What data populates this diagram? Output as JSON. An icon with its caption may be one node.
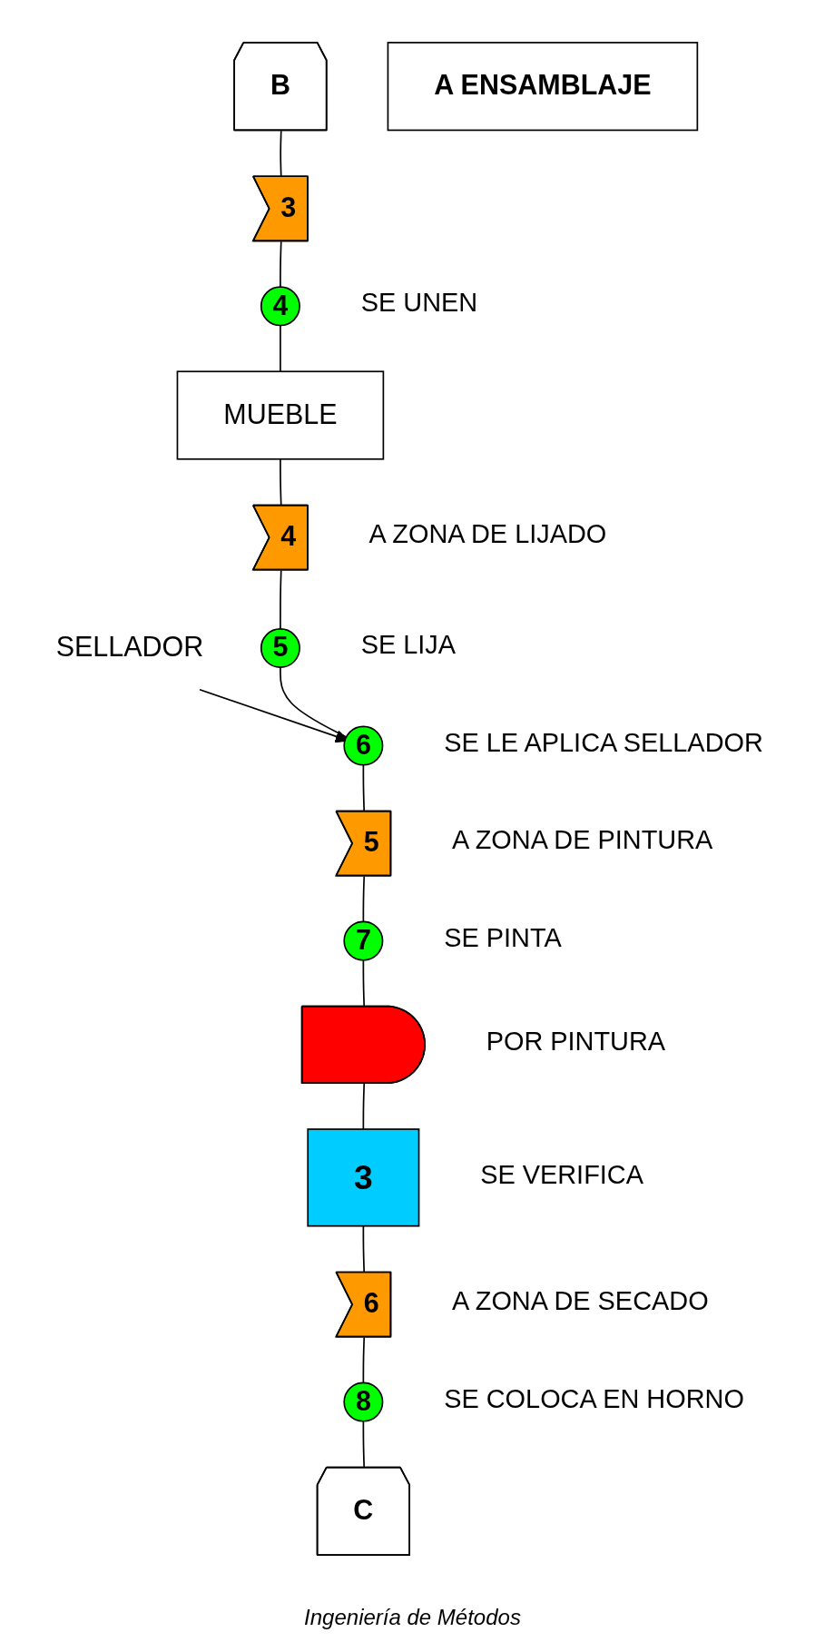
{
  "diagram": {
    "caption": "Ingeniería de Métodos",
    "nodes": [
      {
        "text": [
          "B"
        ]
      },
      {
        "text": [
          "3"
        ]
      },
      {
        "text": [
          "A ENSAMBLAJE"
        ]
      },
      {
        "text": [
          "4"
        ],
        "beside": [
          "SE UNEN"
        ]
      },
      {
        "text": [
          "MUEBLE"
        ]
      },
      {
        "text": [
          "4"
        ],
        "beside": [
          "A ZONA DE LIJADO"
        ]
      },
      {
        "text": [
          "5"
        ],
        "beside": [
          "SE LIJA"
        ]
      },
      {
        "text": [
          "SELLADOR"
        ]
      },
      {
        "text": [
          "6"
        ],
        "beside": [
          "SE LE APLICA SELLADOR"
        ]
      },
      {
        "text": [
          "5"
        ],
        "beside": [
          "A ZONA DE PINTURA"
        ]
      },
      {
        "text": [
          "7"
        ],
        "beside": [
          "SE PINTA"
        ]
      },
      {
        "text": [],
        "shape": "delay",
        "beside": [
          "POR PINTURA"
        ]
      },
      {
        "text": [
          "3"
        ],
        "beside": [
          "SE VERIFICA"
        ]
      },
      {
        "text": [
          "6"
        ],
        "beside": [
          "A ZONA DE SECADO"
        ]
      },
      {
        "text": [
          "8"
        ],
        "beside": [
          "SE COLOCA EN HORNO"
        ]
      },
      {
        "text": [
          "C"
        ]
      }
    ],
    "edges": [
      {
        "from": 0,
        "to": 1,
        "arrow": "none"
      },
      {
        "from": 1,
        "to": 3,
        "arrow": "none"
      },
      {
        "from": 3,
        "to": 4,
        "arrow": "none"
      },
      {
        "from": 4,
        "to": 5,
        "arrow": "none"
      },
      {
        "from": 5,
        "to": 6,
        "arrow": "none"
      },
      {
        "from": 6,
        "to": 8,
        "arrow": "none"
      },
      {
        "from": 7,
        "to": 8,
        "arrow": "to"
      },
      {
        "from": 8,
        "to": 9,
        "arrow": "none"
      },
      {
        "from": 9,
        "to": 10,
        "arrow": "none"
      },
      {
        "from": 10,
        "to": 11,
        "arrow": "none"
      },
      {
        "from": 11,
        "to": 12,
        "arrow": "none"
      },
      {
        "from": 12,
        "to": 13,
        "arrow": "none"
      },
      {
        "from": 13,
        "to": 14,
        "arrow": "none"
      },
      {
        "from": 14,
        "to": 15,
        "arrow": "none"
      }
    ]
  }
}
